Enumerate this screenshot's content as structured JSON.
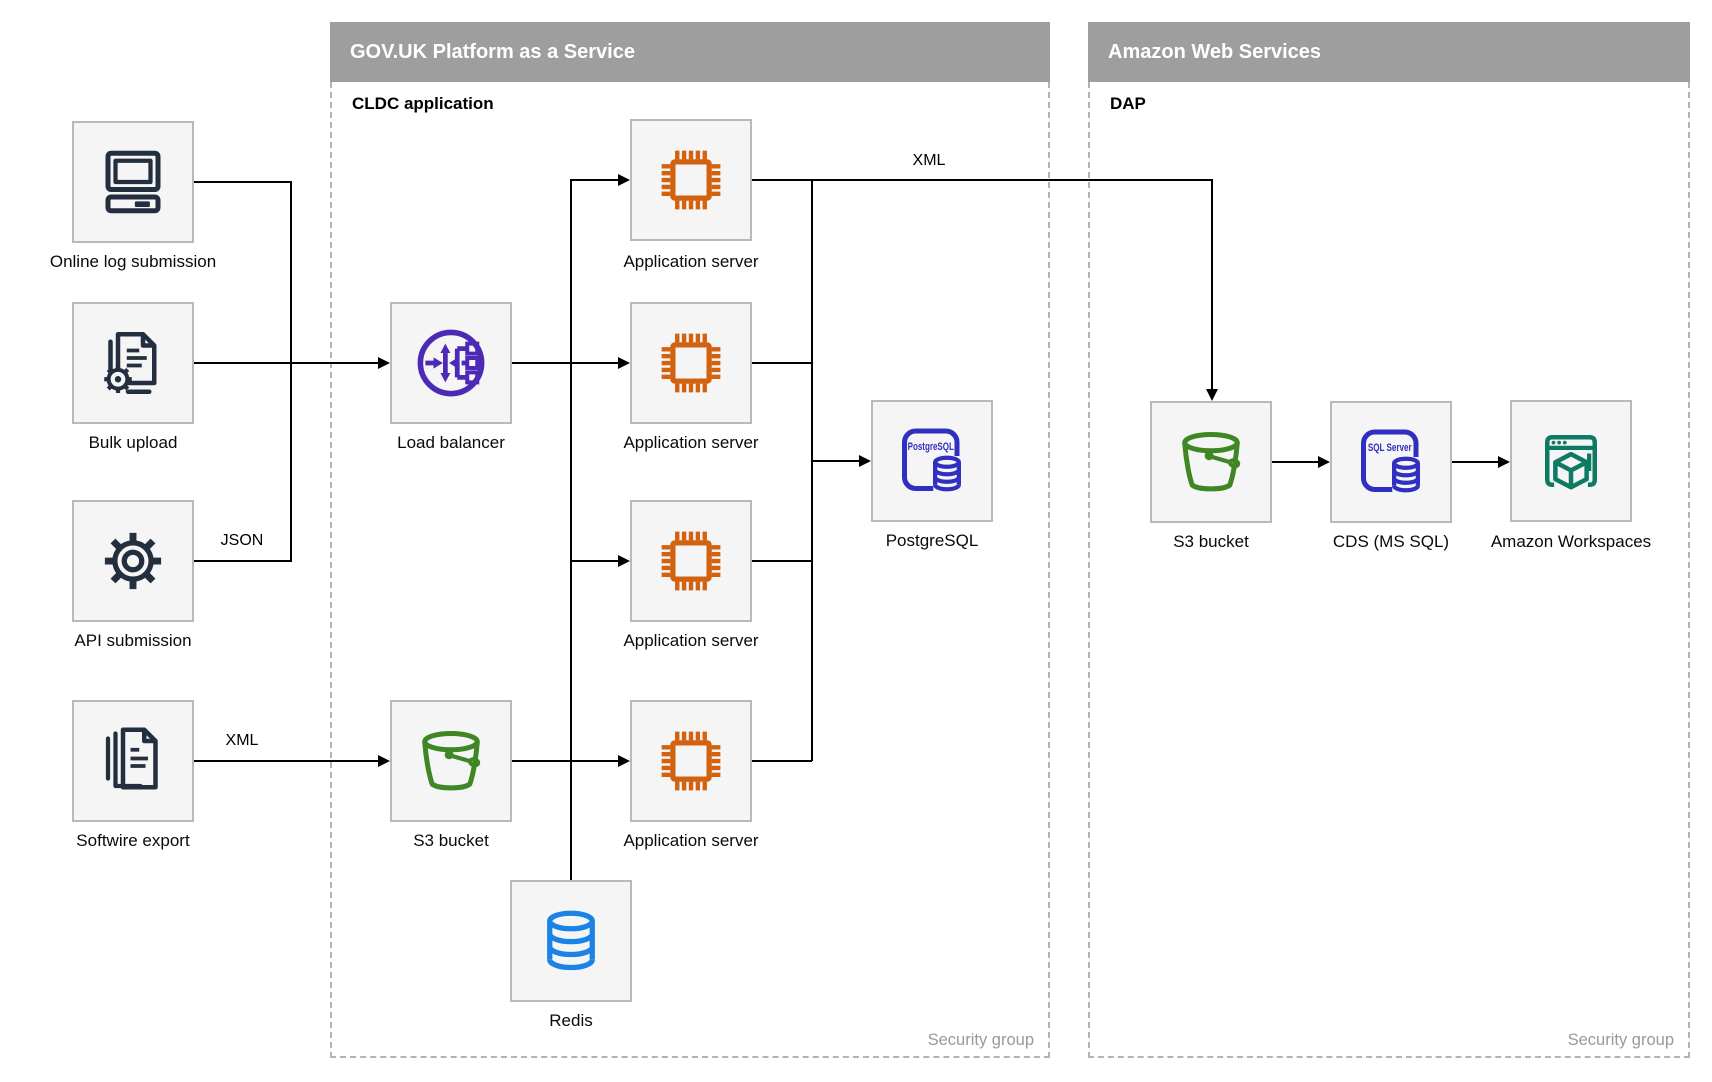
{
  "diagram": {
    "zones": [
      {
        "id": "govuk",
        "title": "GOV.UK Platform as a Service",
        "sublabel": "CLDC application",
        "footer": "Security group"
      },
      {
        "id": "aws",
        "title": "Amazon Web Services",
        "sublabel": "DAP",
        "footer": "Security group"
      }
    ],
    "nodes": [
      {
        "id": "online-log-submission",
        "label": "Online log submission",
        "icon": "desktop-computer-icon"
      },
      {
        "id": "bulk-upload",
        "label": "Bulk upload",
        "icon": "document-gear-icon"
      },
      {
        "id": "api-submission",
        "label": "API submission",
        "icon": "gear-icon"
      },
      {
        "id": "softwire-export",
        "label": "Softwire export",
        "icon": "document-stack-icon"
      },
      {
        "id": "load-balancer",
        "label": "Load balancer",
        "icon": "load-balancer-icon"
      },
      {
        "id": "s3-bucket-paas",
        "label": "S3 bucket",
        "icon": "s3-bucket-icon"
      },
      {
        "id": "application-server-1",
        "label": "Application server",
        "icon": "chip-icon"
      },
      {
        "id": "application-server-2",
        "label": "Application server",
        "icon": "chip-icon"
      },
      {
        "id": "application-server-3",
        "label": "Application server",
        "icon": "chip-icon"
      },
      {
        "id": "application-server-4",
        "label": "Application server",
        "icon": "chip-icon"
      },
      {
        "id": "postgresql",
        "label": "PostgreSQL",
        "icon": "postgresql-database-icon",
        "badge": "PostgreSQL"
      },
      {
        "id": "redis",
        "label": "Redis",
        "icon": "database-cylinder-icon"
      },
      {
        "id": "s3-bucket-dap",
        "label": "S3 bucket",
        "icon": "s3-bucket-icon"
      },
      {
        "id": "cds-ms-sql",
        "label": "CDS (MS SQL)",
        "icon": "sql-server-database-icon",
        "badge": "SQL Server"
      },
      {
        "id": "amazon-workspaces",
        "label": "Amazon Workspaces",
        "icon": "workspaces-icon"
      }
    ],
    "edge_labels": [
      {
        "id": "json",
        "text": "JSON"
      },
      {
        "id": "xml-softwire",
        "text": "XML"
      },
      {
        "id": "xml-to-aws",
        "text": "XML"
      }
    ],
    "colors": {
      "navy_icon": "#232F3E",
      "orange_icon": "#D2620F",
      "purple_icon": "#4D2AB5",
      "green_icon": "#3F8624",
      "indigo_icon": "#2F2FC1",
      "teal_icon": "#0E7A63",
      "blue_icon": "#1B82E6",
      "header_bar": "#9E9E9E",
      "zone_border": "#B3B3B3",
      "node_fill": "#F5F5F5",
      "node_border": "#B9B9B9",
      "connector": "#000000",
      "footer_text": "#999999"
    }
  }
}
